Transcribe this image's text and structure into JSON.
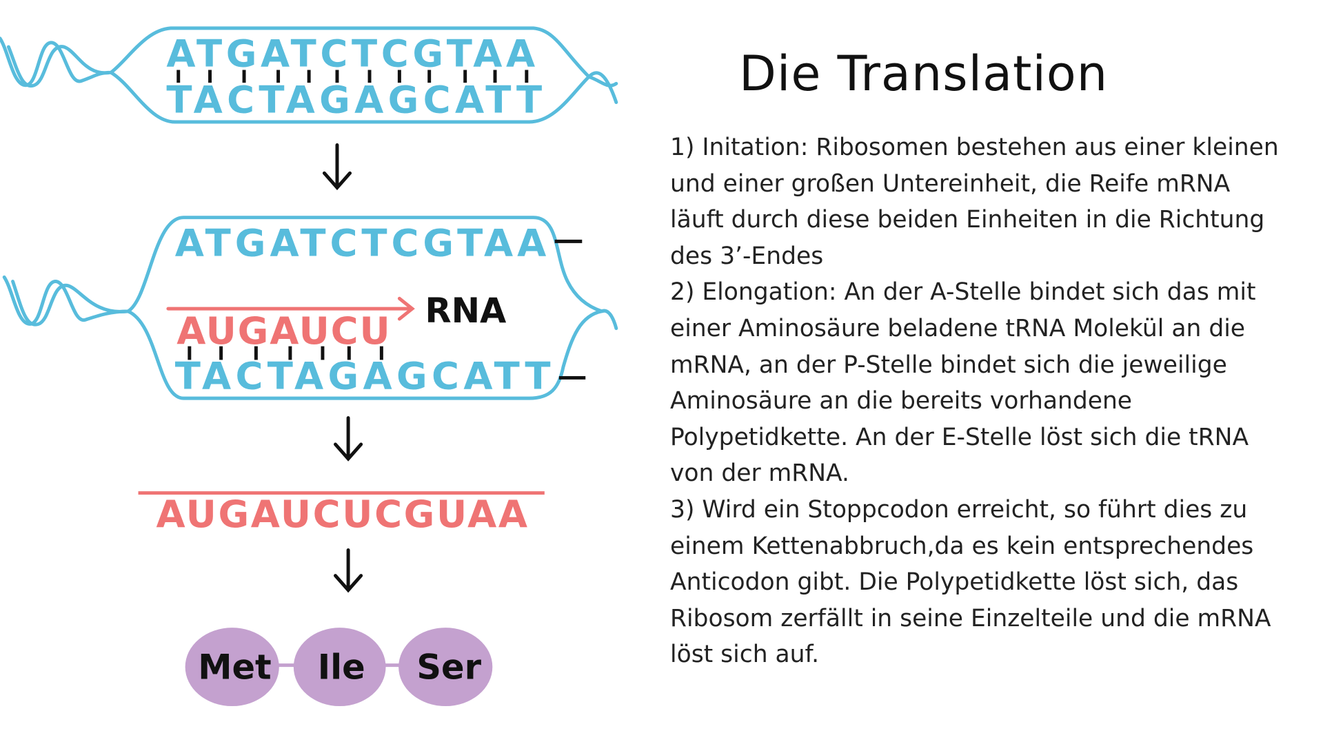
{
  "diagram": {
    "dna_top_strand": "ATGATCTCGTAA",
    "dna_bottom_strand": "TACTAGAGCATT",
    "rna_partial": "AUGAUCU",
    "rna_label": "RNA",
    "mrna": "AUGAUCUCGUAA",
    "amino_acids": [
      "Met",
      "Ile",
      "Ser"
    ],
    "colors": {
      "dna": "#58bcdc",
      "rna": "#ef7474",
      "amino_acid": "#c4a1cf"
    }
  },
  "title": "Die Translation",
  "lines": [
    "1) Initation: Ribosomen bestehen aus einer kleinen",
    "und einer großen Untereinheit, die Reife mRNA",
    "läuft durch diese beiden Einheiten in die Richtung",
    "des 3’-Endes",
    "2) Elongation: An der A-Stelle bindet sich das mit",
    "einer Aminosäure beladene tRNA Molekül an die",
    "mRNA, an der P-Stelle bindet sich die jeweilige",
    "Aminosäure an die bereits vorhandene",
    "Polypetidkette. An der E-Stelle löst sich die tRNA",
    "von der mRNA.",
    "3) Wird ein Stoppcodon erreicht, so führt dies zu",
    "einem Kettenabbruch,da es kein entsprechendes",
    "Anticodon gibt. Die Polypetidkette löst sich, das",
    "Ribosom zerfällt in seine Einzelteile und die mRNA",
    "löst sich auf."
  ]
}
